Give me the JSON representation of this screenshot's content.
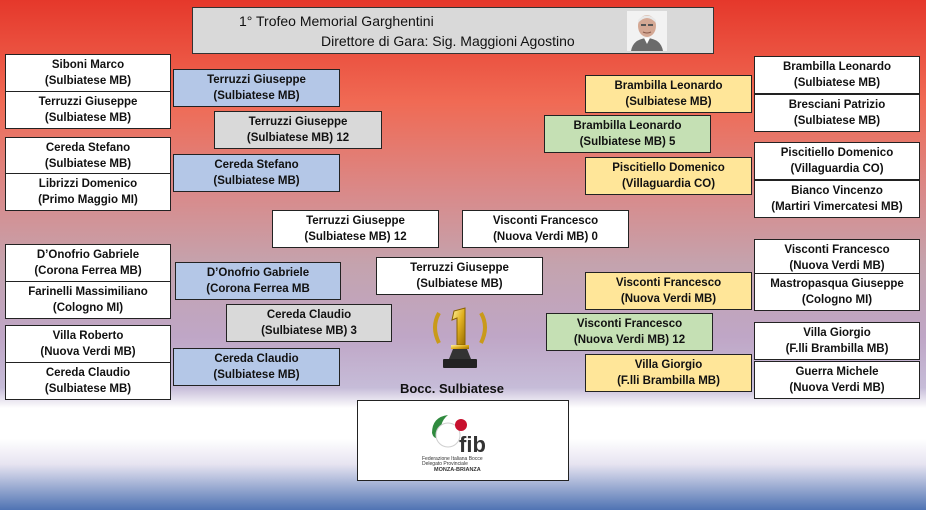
{
  "header": {
    "title": "1° Trofeo Memorial Garghentini",
    "director": "Direttore di Gara: Sig. Maggioni Agostino"
  },
  "left": {
    "r1": [
      {
        "name": "Siboni Marco",
        "club": "(Sulbiatese MB)"
      },
      {
        "name": "Terruzzi Giuseppe",
        "club": "(Sulbiatese MB)"
      },
      {
        "name": "Cereda Stefano",
        "club": "(Sulbiatese MB)"
      },
      {
        "name": "Librizzi Domenico",
        "club": "(Primo Maggio MI)"
      },
      {
        "name": "D’Onofrio Gabriele",
        "club": "(Corona Ferrea MB)"
      },
      {
        "name": "Farinelli Massimiliano",
        "club": "(Cologno MI)"
      },
      {
        "name": "Villa Roberto",
        "club": "(Nuova Verdi MB)"
      },
      {
        "name": "Cereda Claudio",
        "club": "(Sulbiatese MB)"
      }
    ],
    "r2": [
      {
        "name": "Terruzzi Giuseppe",
        "club": "(Sulbiatese MB)"
      },
      {
        "name": "Cereda Stefano",
        "club": "(Sulbiatese MB)"
      },
      {
        "name": "D’Onofrio Gabriele",
        "club": "(Corona Ferrea MB"
      },
      {
        "name": "Cereda Claudio",
        "club": "(Sulbiatese MB)"
      }
    ],
    "r3": [
      {
        "name": "Terruzzi Giuseppe",
        "club": "(Sulbiatese MB)  12"
      },
      {
        "name": "Cereda Claudio",
        "club": "(Sulbiatese MB)  3"
      }
    ],
    "semi": {
      "name": "Terruzzi Giuseppe",
      "club": "(Sulbiatese MB)  12"
    }
  },
  "right": {
    "r1": [
      {
        "name": "Brambilla Leonardo",
        "club": "(Sulbiatese MB)"
      },
      {
        "name": "Bresciani Patrizio",
        "club": "(Sulbiatese MB)"
      },
      {
        "name": "Piscitiello Domenico",
        "club": "(Villaguardia CO)"
      },
      {
        "name": "Bianco Vincenzo",
        "club": "(Martiri Vimercatesi MB)"
      },
      {
        "name": "Visconti Francesco",
        "club": "(Nuova Verdi MB)"
      },
      {
        "name": "Mastropasqua Giuseppe",
        "club": "(Cologno MI)"
      },
      {
        "name": "Villa Giorgio",
        "club": "(F.lli Brambilla MB)"
      },
      {
        "name": "Guerra Michele",
        "club": "(Nuova Verdi MB)"
      }
    ],
    "r2": [
      {
        "name": "Brambilla Leonardo",
        "club": "(Sulbiatese MB)"
      },
      {
        "name": "Piscitiello Domenico",
        "club": "(Villaguardia CO)"
      },
      {
        "name": "Visconti Francesco",
        "club": "(Nuova Verdi MB)"
      },
      {
        "name": "Villa Giorgio",
        "club": "(F.lli Brambilla MB)"
      }
    ],
    "r3": [
      {
        "name": "Brambilla Leonardo",
        "club": "(Sulbiatese MB)  5"
      },
      {
        "name": "Visconti Francesco",
        "club": "(Nuova Verdi MB)  12"
      }
    ],
    "semi": {
      "name": "Visconti Francesco",
      "club": "(Nuova Verdi MB) 0"
    }
  },
  "final": {
    "name": "Terruzzi Giuseppe",
    "club": "(Sulbiatese MB)"
  },
  "organizer": "Bocc. Sulbiatese",
  "logo": {
    "brand": "fib",
    "line1": "Federazione Italiana Bocce",
    "line2": "Delegato Provinciale",
    "line3": "MONZA-BRIANZA"
  },
  "icons": {
    "photo": "referee-photo-icon",
    "trophy": "gold-trophy-icon",
    "logo": "fib-logo-icon"
  },
  "colors": {
    "round1": "#ffffff",
    "left_round2": "#b4c7e7",
    "right_round2": "#ffe699",
    "left_round3": "#d9d9d9",
    "right_round3": "#c5e0b4"
  }
}
